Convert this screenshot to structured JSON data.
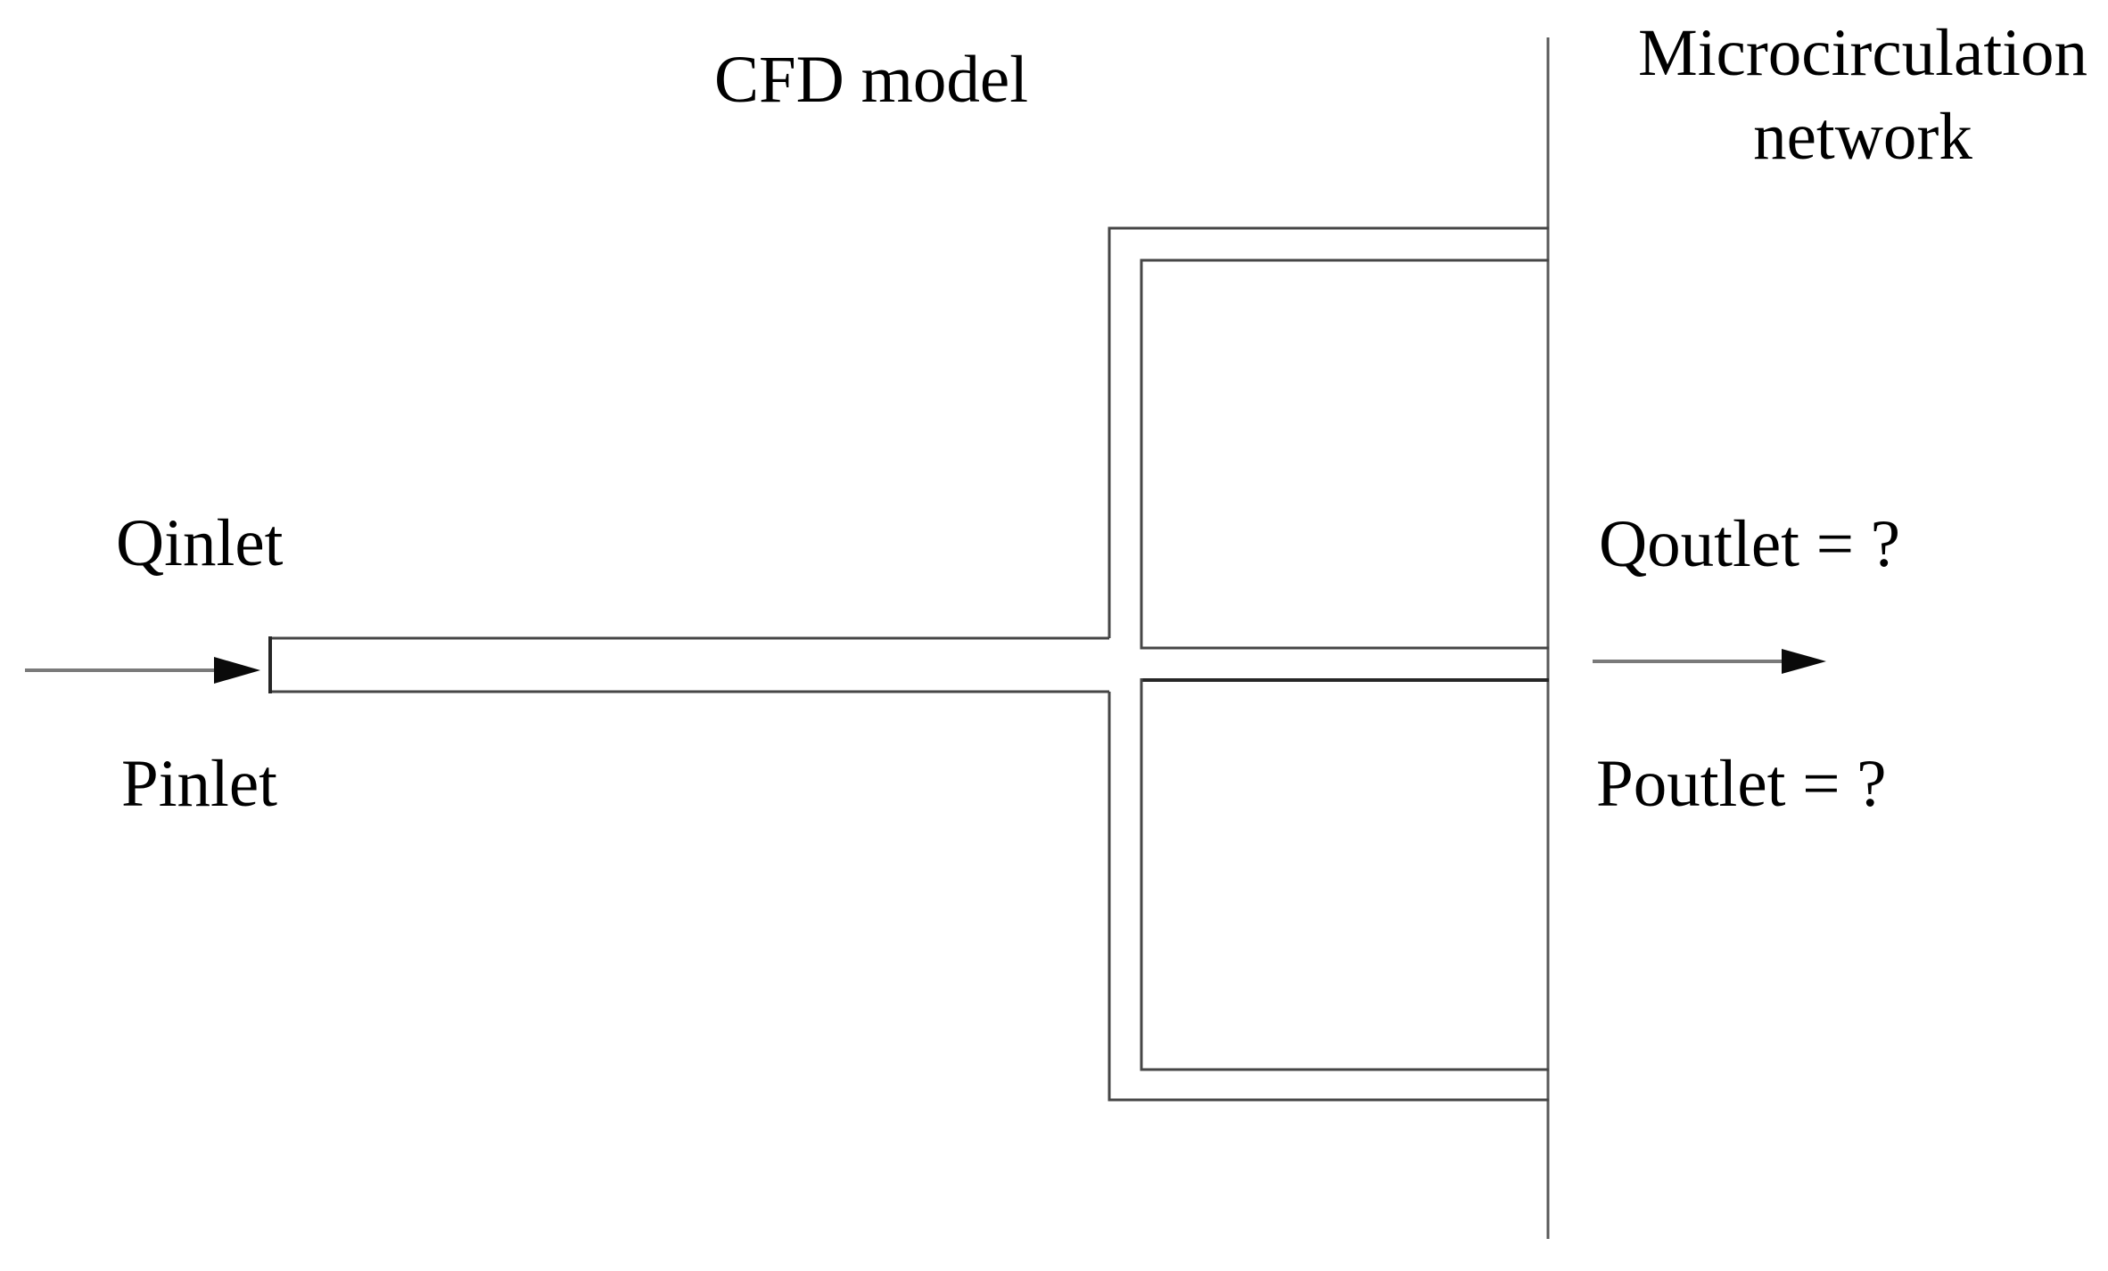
{
  "figure": {
    "title": "CFD model",
    "region_label": {
      "line1": "Microcirculation",
      "line2": "network"
    },
    "inlet": {
      "flow_label": "Qinlet",
      "pressure_label": "Pinlet"
    },
    "outlet": {
      "flow_label": "Qoutlet = ?",
      "pressure_label": "Poutlet = ?"
    },
    "icons": {
      "inlet_arrow": "right-arrow-icon",
      "outlet_arrow": "right-arrow-icon"
    },
    "colors": {
      "background": "#ffffff",
      "text": "#000000",
      "structure_line": "#464646",
      "divider_line": "#5a5a5a",
      "dark_line": "#262626",
      "arrow_shaft": "#7a7a7a",
      "arrow_head": "#0a0a0a"
    }
  }
}
